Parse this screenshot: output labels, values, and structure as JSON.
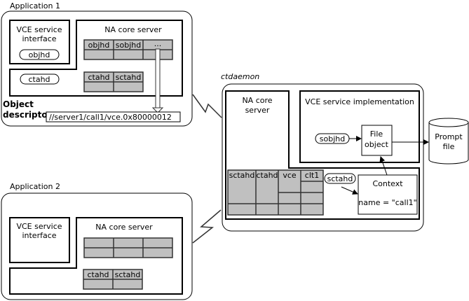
{
  "app1": {
    "title": "Application 1",
    "vce_interface": [
      "VCE service",
      "interface"
    ],
    "objhd": "objhd",
    "ctahd": "ctahd",
    "na_core": "NA core server",
    "table1_headers": [
      "objhd",
      "sobjhd",
      "..."
    ],
    "table2_headers": [
      "ctahd",
      "sctahd"
    ],
    "object_descriptor_label": [
      "Object",
      "descriptor"
    ],
    "object_descriptor_value": "//server1/call1/vce.0x80000012"
  },
  "app2": {
    "title": "Application 2",
    "vce_interface": [
      "VCE service",
      "interface"
    ],
    "na_core": "NA core server",
    "table2_headers": [
      "ctahd",
      "sctahd"
    ]
  },
  "ctdaemon": {
    "title": "ctdaemon",
    "na_core": [
      "NA core",
      "server"
    ],
    "vce_impl": "VCE service implementation",
    "sobjhd": "sobjhd",
    "file_object": [
      "File",
      "object"
    ],
    "table_headers": [
      "sctahd",
      "ctahd",
      "vce",
      "clt1"
    ],
    "sctahd": "sctahd",
    "context_title": "Context",
    "context_name": "name = \"call1\""
  },
  "prompt_file": [
    "Prompt",
    "file"
  ]
}
